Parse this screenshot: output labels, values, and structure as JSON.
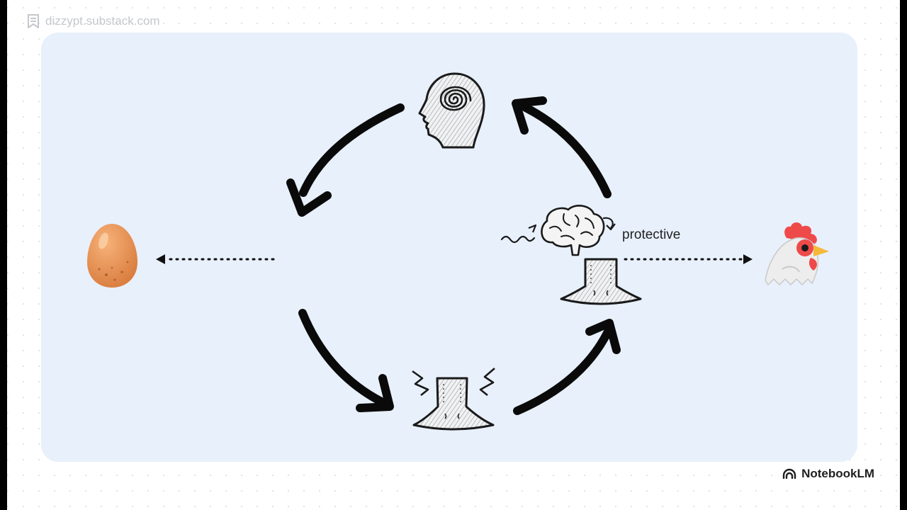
{
  "watermark": {
    "text": "dizzypt.substack.com",
    "icon": "bookmark-icon"
  },
  "diagram": {
    "annotation": "protective",
    "nodes": [
      "head-spiral-icon",
      "neck-pain-icon",
      "brain-icon",
      "neck-icon"
    ],
    "left_item": "egg-icon",
    "right_item": "chicken-icon"
  },
  "brand": {
    "name": "NotebookLM",
    "icon": "notebooklm-logo-icon"
  },
  "colors": {
    "panel": "#e8f0fb",
    "arrow": "#0a0a0a",
    "egg": "#e8935a",
    "chicken_comb": "#ef4a4a",
    "chicken_beak": "#f5b93a"
  }
}
